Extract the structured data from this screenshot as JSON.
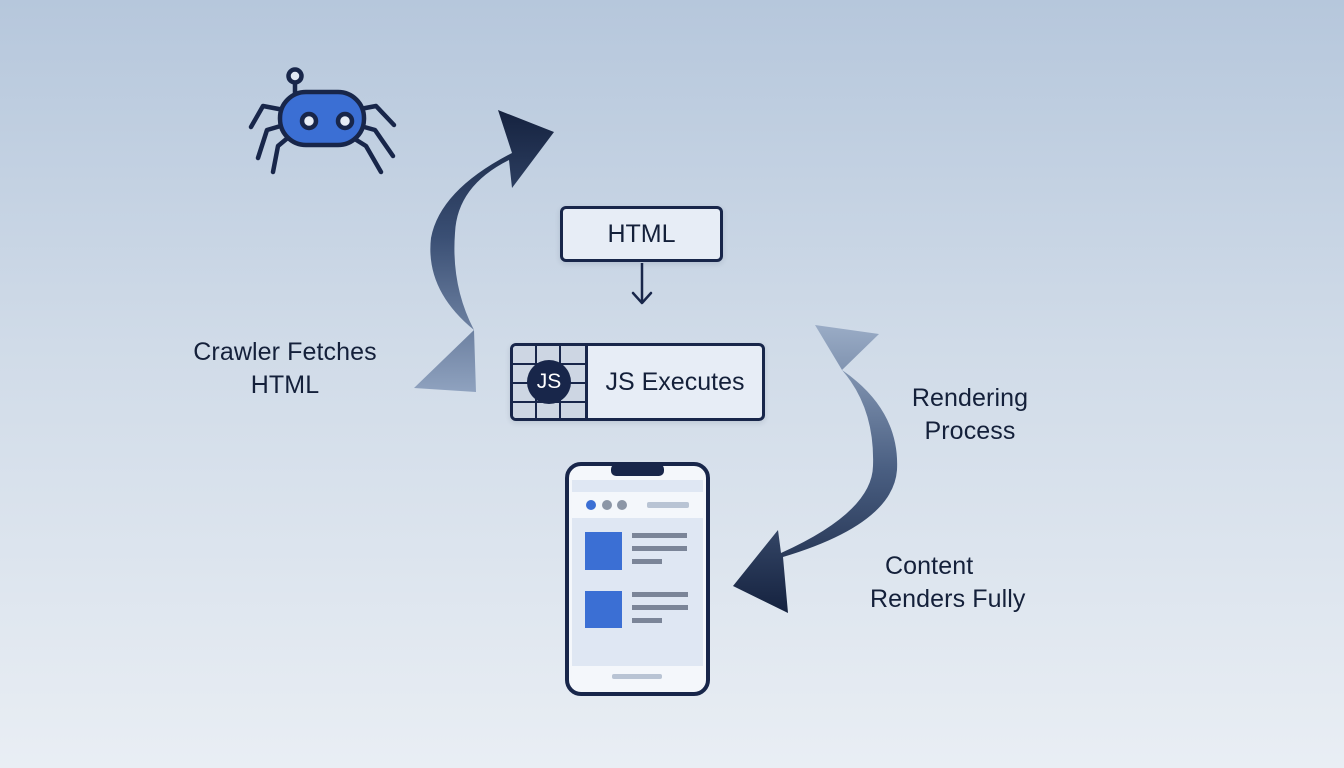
{
  "diagram": {
    "crawler_label": [
      "Crawler Fetches",
      "HTML"
    ],
    "html_box_label": "HTML",
    "js_box_label": "JS Executes",
    "js_badge": "JS",
    "rendering_label": [
      "Rendering",
      "Process"
    ],
    "content_label": [
      "Content",
      "Renders Fully"
    ]
  },
  "icons": {
    "crawler": "spider-bot-icon",
    "device": "smartphone-icon"
  },
  "colors": {
    "accent_blue": "#3b6fd4",
    "navy": "#18264a",
    "arrow_dark": "#14203a"
  }
}
